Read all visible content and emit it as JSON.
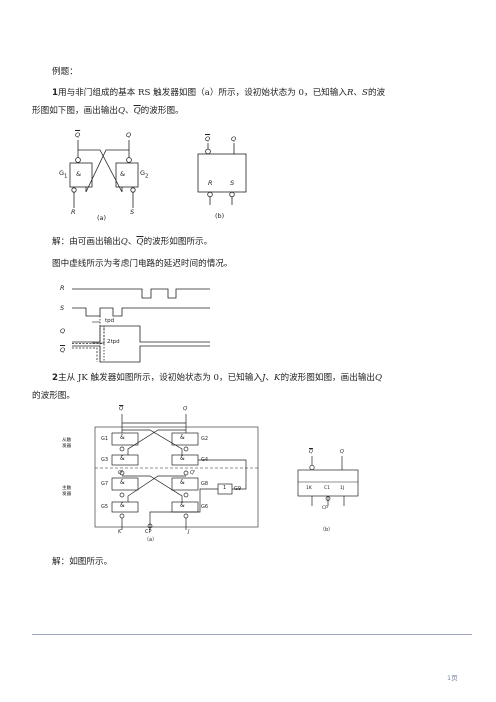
{
  "heading": "例题：",
  "problem1": {
    "number": "1",
    "line1": "用与非门组成的基本 RS 触发器如图（a）所示，设初始状态为 0，已知输入",
    "in_r": "R",
    "sep": "、",
    "in_s": "S",
    "line1_end": "的波",
    "line2": "形图如下图，画出输出",
    "out_q": "Q",
    "out_qn": "Q",
    "line2_end": "的波形图。"
  },
  "fig1": {
    "q_bar": "Q",
    "q": "Q",
    "g1": "G",
    "g1_sub": "1",
    "g2": "G",
    "g2_sub": "2",
    "amp1": "&",
    "amp2": "&",
    "r": "R",
    "s": "S",
    "cap_a": "(a)",
    "b_q_bar": "Q",
    "b_q": "Q",
    "b_r": "R",
    "b_s": "S",
    "cap_b": "(b)"
  },
  "solution1": {
    "line1": "解：由可画出输出",
    "q": "Q",
    "qn": "Q",
    "line1_end": "的波形如图所示。",
    "line2": "图中虚线所示为考虑门电路的延迟时间的情况。"
  },
  "wave1": {
    "r": "R",
    "s": "S",
    "q": "Q",
    "qn": "Q",
    "tpd": "tpd",
    "tpd2": "2tpd"
  },
  "problem2": {
    "number": "2",
    "line1": "主从 JK 触发器如图所示，设初始状态为 0，已知输入",
    "j": "J",
    "k": "K",
    "line1_end": "的波形图如图，画出输出",
    "q": "Q",
    "line2": "的波形图。"
  },
  "fig2": {
    "top_qbar": "Q",
    "top_q": "Q",
    "master_label": "从触发器",
    "slave_label": "主触发器",
    "mid_qbar": "Q'",
    "mid_q": "Q'",
    "g1": "G1",
    "g2": "G2",
    "g3": "G3",
    "g4": "G4",
    "g5": "G5",
    "g6": "G6",
    "g7": "G7",
    "g8": "G8",
    "g9": "G9",
    "amp": "&",
    "inv": "1",
    "k": "K",
    "cp": "CP",
    "j": "J",
    "cap_a": "（a）",
    "b_qbar": "Q",
    "b_q": "Q",
    "b_1k": "1K",
    "b_c1": "C1",
    "b_1j": "1J",
    "b_cp": "CP",
    "cap_b": "（b）"
  },
  "solution2": "解：如图所示。",
  "footer": {
    "page": "1页"
  }
}
